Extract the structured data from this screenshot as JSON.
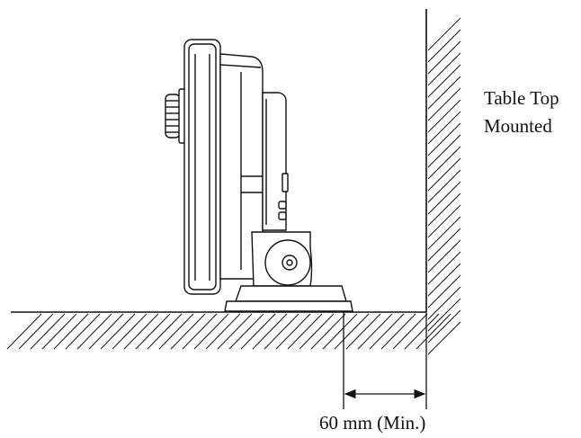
{
  "diagram": {
    "label_line1": "Table Top",
    "label_line2": "Mounted",
    "clearance_label": "60 mm (Min.)"
  },
  "colors": {
    "line": "#111111",
    "background": "#ffffff"
  }
}
